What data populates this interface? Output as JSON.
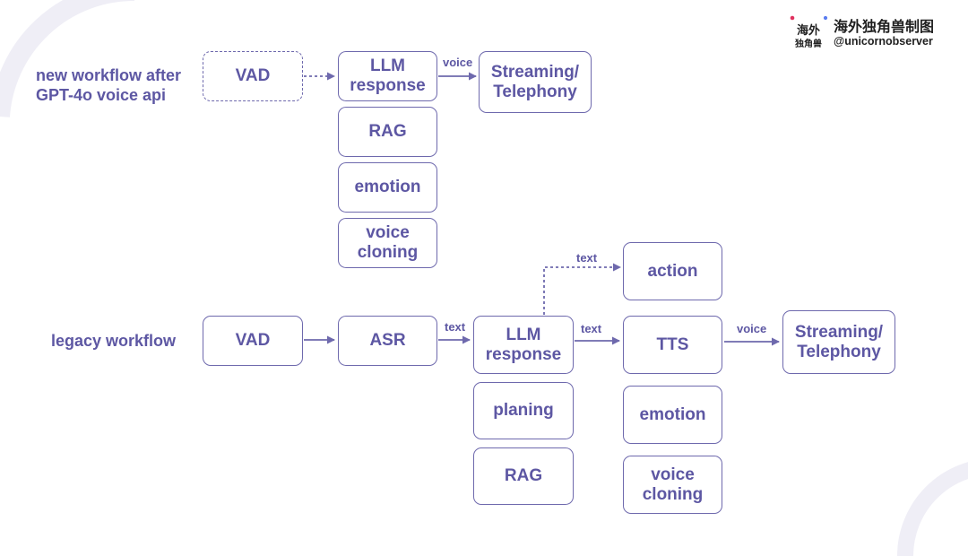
{
  "brand": {
    "name": "海外独角兽制图",
    "handle": "@unicornobserver",
    "logo_text": "海外独角兽",
    "accent_color": "#6e69ad",
    "logo_dot_colors": [
      "#e0315f",
      "#5a7cf0"
    ]
  },
  "new_workflow": {
    "label": "new workflow after\nGPT-4o voice api",
    "nodes": {
      "vad": "VAD",
      "llm": "LLM\nresponse",
      "rag": "RAG",
      "emotion": "emotion",
      "voice_cloning": "voice\ncloning",
      "streaming": "Streaming/\nTelephony"
    },
    "edges": {
      "llm_to_streaming": "voice"
    }
  },
  "legacy_workflow": {
    "label": "legacy workflow",
    "nodes": {
      "vad": "VAD",
      "asr": "ASR",
      "llm": "LLM\nresponse",
      "planing": "planing",
      "rag": "RAG",
      "action": "action",
      "tts": "TTS",
      "emotion": "emotion",
      "voice_cloning": "voice\ncloning",
      "streaming": "Streaming/\nTelephony"
    },
    "edges": {
      "asr_to_llm": "text",
      "llm_to_action": "text",
      "llm_to_tts": "text",
      "tts_to_streaming": "voice"
    }
  }
}
